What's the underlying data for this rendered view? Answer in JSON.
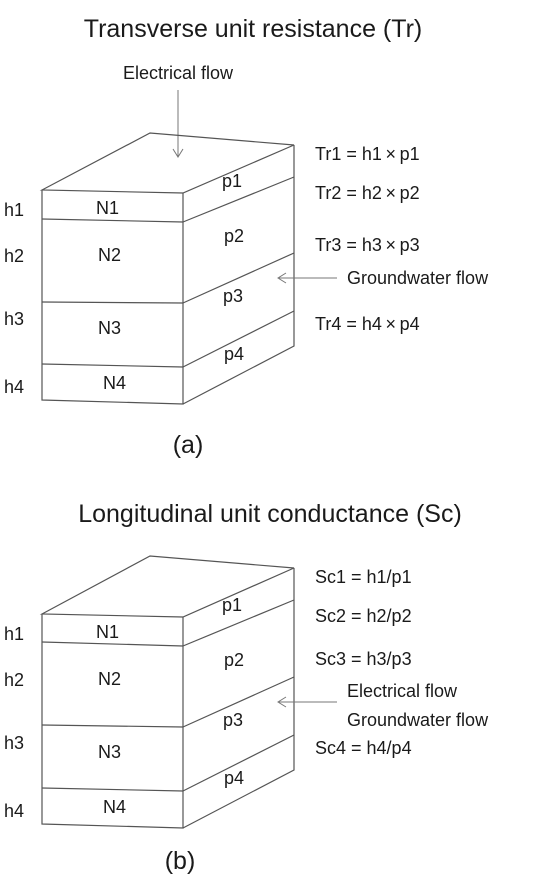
{
  "panels": [
    {
      "title": "Transverse unit resistance (Tr)",
      "caption": "(a)",
      "top_label": "Electrical flow",
      "side_label_lines": [
        "Groundwater flow"
      ],
      "layers": [
        {
          "h": "h1",
          "n": "N1",
          "p": "p1"
        },
        {
          "h": "h2",
          "n": "N2",
          "p": "p2"
        },
        {
          "h": "h3",
          "n": "N3",
          "p": "p3"
        },
        {
          "h": "h4",
          "n": "N4",
          "p": "p4"
        }
      ],
      "equations": [
        "Tr1 = h1 × p1",
        "Tr2 = h2 × p2",
        "Tr3 = h3 × p3",
        "Tr4 = h4 × p4"
      ]
    },
    {
      "title": "Longitudinal unit conductance (Sc)",
      "caption": "(b)",
      "top_label": "",
      "side_label_lines": [
        "Electrical flow",
        "Groundwater flow"
      ],
      "layers": [
        {
          "h": "h1",
          "n": "N1",
          "p": "p1"
        },
        {
          "h": "h2",
          "n": "N2",
          "p": "p2"
        },
        {
          "h": "h3",
          "n": "N3",
          "p": "p3"
        },
        {
          "h": "h4",
          "n": "N4",
          "p": "p4"
        }
      ],
      "equations": [
        "Sc1 = h1/p1",
        "Sc2 = h2/p2",
        "Sc3 = h3/p3",
        "Sc4 = h4/p4"
      ]
    }
  ]
}
